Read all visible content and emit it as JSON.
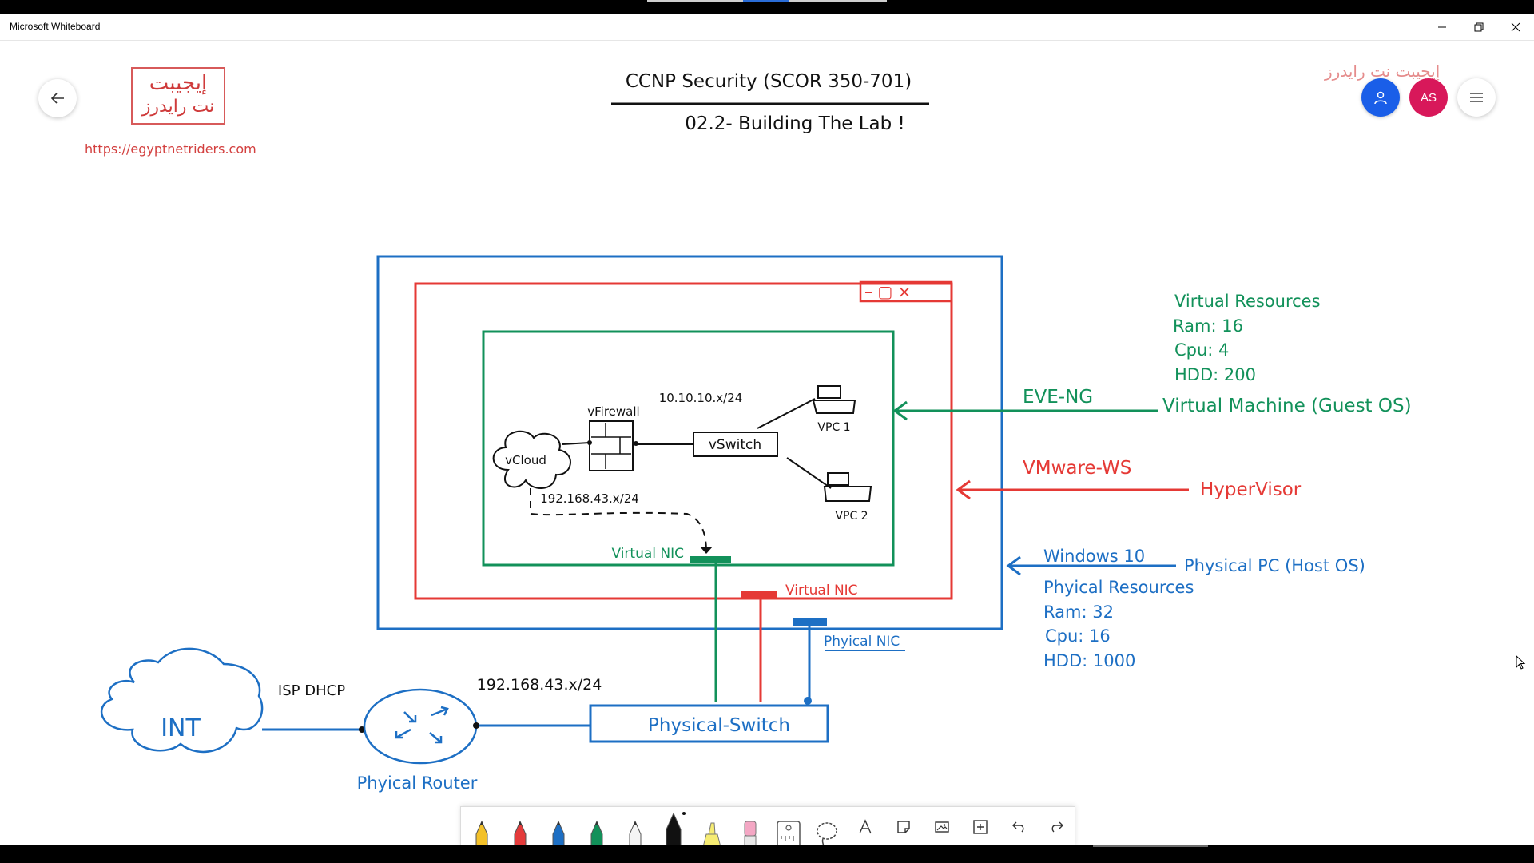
{
  "app": {
    "title": "Microsoft Whiteboard"
  },
  "header": {
    "course_title": "CCNP Security (SCOR 350-701)",
    "lesson_title": "02.2- Building The Lab !",
    "logo_line1": "إيجيبت",
    "logo_line2": "نت رايدرز",
    "site_link": "https://egyptnetriders.com",
    "watermark": "إيجيبت نت رايدرز",
    "avatar_initials": "AS"
  },
  "diagram": {
    "vcloud": "vCloud",
    "vfirewall": "vFirewall",
    "subnet_inner": "10.10.10.x/24",
    "vswitch": "vSwitch",
    "vpc1": "VPC 1",
    "vpc2": "VPC 2",
    "subnet_lan": "192.168.43.x/24",
    "virtual_nic_green": "Virtual NIC",
    "virtual_nic_red": "Virtual NIC",
    "physical_nic": "Phyical NIC",
    "window_controls": "– ▢ ×",
    "eve_ng": "EVE-NG",
    "virtual_machine": "Virtual Machine (Guest OS)",
    "vmware": "VMware-WS",
    "hypervisor": "HyperVisor",
    "windows": "Windows 10",
    "physical_pc": "Physical PC (Host OS)",
    "virtual_resources": {
      "title": "Virtual Resources",
      "ram": "Ram: 16",
      "cpu": "Cpu: 4",
      "hdd": "HDD: 200"
    },
    "physical_resources": {
      "title": "Phyical Resources",
      "ram": "Ram: 32",
      "cpu": "Cpu: 16",
      "hdd": "HDD: 1000"
    },
    "internet": "INT",
    "isp_dhcp": "ISP DHCP",
    "subnet_wan": "192.168.43.x/24",
    "physical_switch": "Physical-Switch",
    "physical_router": "Phyical Router"
  },
  "colors": {
    "blue": "#1d6fc4",
    "red": "#e53935",
    "green": "#12915a",
    "black": "#111111",
    "accent": "#1a5ee8",
    "avatar": "#d8185a"
  },
  "toolbar": {
    "tools": [
      "yellow-pen-icon",
      "red-pen-icon",
      "blue-pen-icon",
      "green-pen-icon",
      "white-pen-icon",
      "black-pen-icon",
      "highlighter-icon",
      "eraser-icon",
      "ruler-icon",
      "lasso-icon",
      "text-icon",
      "note-icon",
      "image-icon",
      "insert-icon",
      "undo-icon",
      "redo-icon"
    ],
    "active": "black-pen-icon"
  }
}
